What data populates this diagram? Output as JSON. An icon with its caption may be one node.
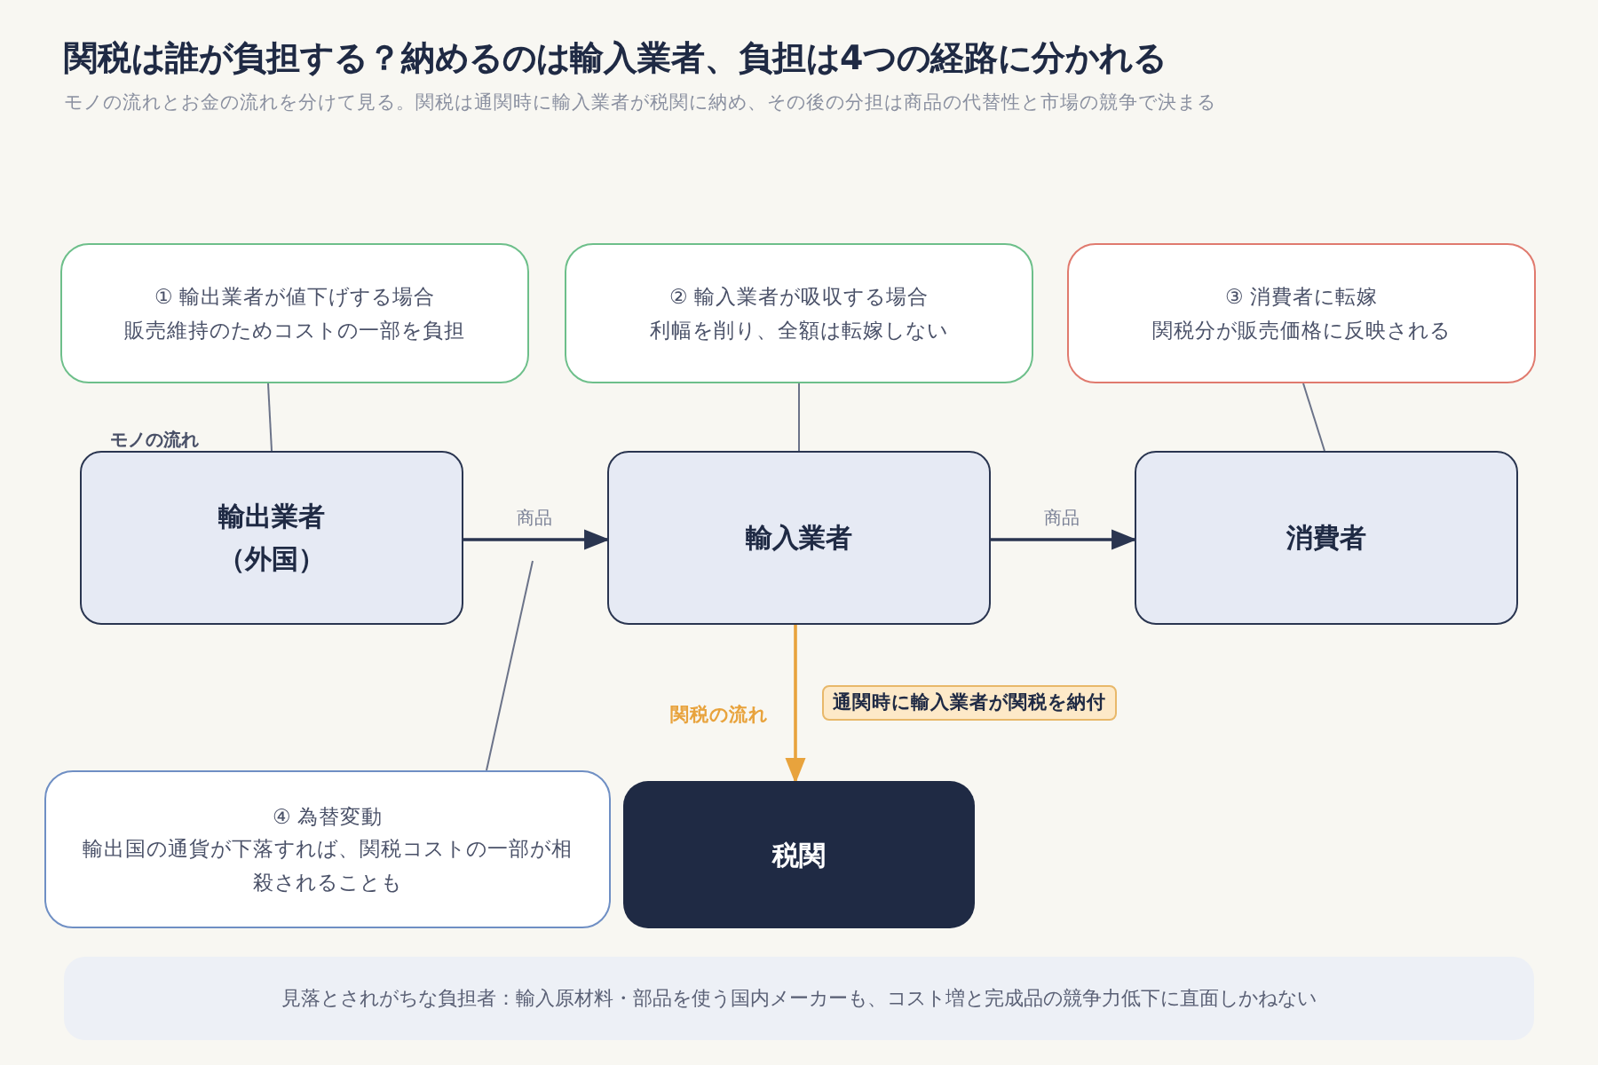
{
  "diagram": {
    "title": "関税は誰が負担する？納めるのは輸入業者、負担は4つの経路に分かれる",
    "caption": "モノの流れとお金の流れを分けて見る。関税は通関時に輸入業者が税関に納め、その後の分担は商品の代替性と市場の競争で決まる",
    "nodes": [
      {
        "text": [
          "① 輸出業者が値下げする場合",
          "販売維持のためコストの一部を負担"
        ]
      },
      {
        "text": [
          "② 輸入業者が吸収する場合",
          "利幅を削り、全額は転嫁しない"
        ]
      },
      {
        "text": [
          "③ 消費者に転嫁",
          "関税分が販売価格に反映される"
        ]
      },
      {
        "text": [
          "輸出業者",
          "（外国）"
        ]
      },
      {
        "text": [
          "輸入業者"
        ]
      },
      {
        "text": [
          "消費者"
        ]
      },
      {
        "text": [
          "④ 為替変動",
          "輸出国の通貨が下落すれば、関税コストの一部が相殺されることも"
        ]
      },
      {
        "text": [
          "税関"
        ]
      },
      {
        "text": [
          "見落とされがちな負担者：輸入原材料・部品を使う国内メーカーも、コスト増と完成品の競争力低下に直面しかねない"
        ]
      }
    ],
    "edges": [
      {
        "from": 3,
        "to": 4,
        "arrow": "to",
        "label": "商品"
      },
      {
        "from": 4,
        "to": 5,
        "arrow": "to",
        "label": "商品"
      },
      {
        "from": 4,
        "to": 7,
        "arrow": "to",
        "label": "関税の流れ",
        "color": "#e8a33d"
      },
      {
        "from": 0,
        "to": 3,
        "arrow": "none"
      },
      {
        "from": 1,
        "to": 4,
        "arrow": "none"
      },
      {
        "from": 2,
        "to": 5,
        "arrow": "none"
      },
      {
        "from": 6,
        "to": null,
        "arrow": "none"
      }
    ],
    "labels": [
      "モノの流れ",
      "通関時に輸入業者が関税を納付"
    ]
  }
}
